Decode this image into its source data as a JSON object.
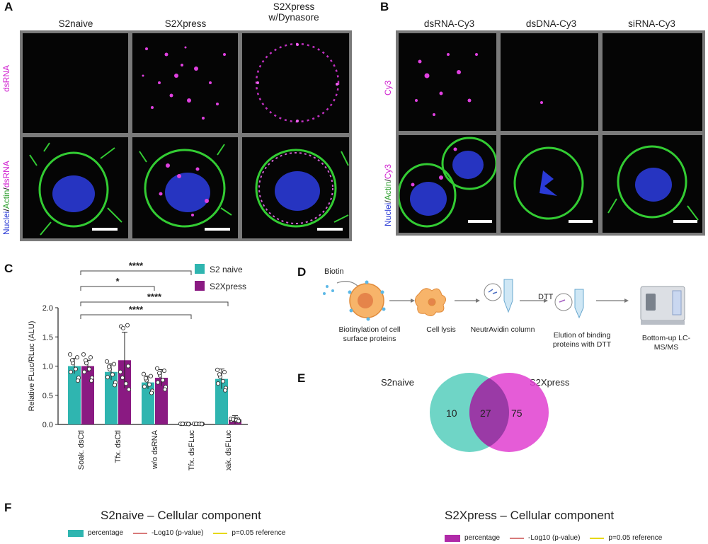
{
  "panels": {
    "A": {
      "letter": "A",
      "columns": [
        "S2naive",
        "S2Xpress",
        "S2Xpress\nw/Dynasore"
      ],
      "row1_label": "dsRNA",
      "row2_label": {
        "a": "Nuclei",
        "b": "Actin",
        "c": "dsRNA"
      }
    },
    "B": {
      "letter": "B",
      "columns": [
        "dsRNA-Cy3",
        "dsDNA-Cy3",
        "siRNA-Cy3"
      ],
      "row1_label": "Cy3",
      "row2_label": {
        "a": "Nuclei",
        "b": "Actin",
        "c": "Cy3"
      }
    },
    "C": {
      "letter": "C"
    },
    "D": {
      "letter": "D",
      "biotin_label": "Biotin",
      "dtt_label": "DTT",
      "steps": [
        "Biotinylation of cell surface proteins",
        "Cell lysis",
        "NeutrAvidin column",
        "Elution of binding proteins with DTT",
        "Bottom-up LC-MS/MS"
      ]
    },
    "E": {
      "letter": "E",
      "left_label": "S2naive",
      "right_label": "S2Xpress",
      "left_only": "10",
      "overlap": "27",
      "right_only": "75"
    },
    "F": {
      "letter": "F",
      "left_title": "S2naive – Cellular component",
      "right_title": "S2Xpress – Cellular component",
      "legend": [
        "percentage",
        "-Log10 (p-value)",
        "p=0.05 reference"
      ]
    }
  },
  "colors": {
    "teal": "#2fb5b0",
    "purple": "#8a1a82",
    "magenta": "#e03ce0",
    "actin_green": "#33cc33",
    "nuclei_blue": "#2a3ad6",
    "venn_teal": "#5fd0c0",
    "venn_magenta": "#e040d0",
    "venn_overlap": "#9a3aa6"
  },
  "chart_data": {
    "type": "bar",
    "ylabel": "Relative FLuc/RLuc (ALU)",
    "ylim": [
      0,
      2.0
    ],
    "yticks": [
      "0.0",
      "0.5",
      "1.0",
      "1.5",
      "2.0"
    ],
    "categories": [
      "Soak. dsCtl",
      "Tfx. dsCtl",
      "w/o dsRNA",
      "Tfx. dsFLuc",
      "Soak. dsFLuc"
    ],
    "series": [
      {
        "name": "S2 naive",
        "values": [
          1.0,
          0.9,
          0.72,
          0.01,
          0.78
        ],
        "errors": [
          0.13,
          0.14,
          0.11,
          0.01,
          0.17
        ]
      },
      {
        "name": "S2Xpress",
        "values": [
          1.0,
          1.1,
          0.8,
          0.01,
          0.08
        ],
        "errors": [
          0.1,
          0.48,
          0.14,
          0.01,
          0.07
        ]
      }
    ],
    "significance": [
      {
        "label": "****",
        "from": 0,
        "to": 3
      },
      {
        "label": "*",
        "from": 0,
        "to": 2
      },
      {
        "label": "****",
        "from": 0,
        "to": 4
      },
      {
        "label": "****",
        "from": 0,
        "to": 3
      }
    ]
  }
}
